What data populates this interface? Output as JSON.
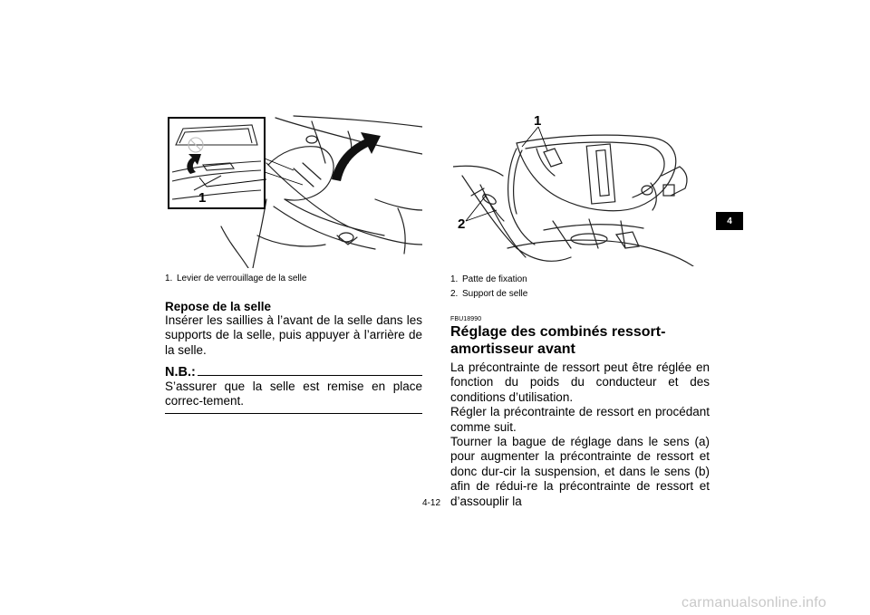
{
  "left": {
    "figure": {
      "callout": "1"
    },
    "caption": [
      {
        "num": "1.",
        "text": "Levier de verrouillage de la selle"
      }
    ],
    "section_title": "Repose de la selle",
    "paragraph": "Insérer les saillies à l’avant de la selle dans les supports de la selle, puis appuyer à l’arrière de la selle.",
    "note_label": "N.B.:",
    "note_text": "S’assurer que la selle est remise en place correc-tement."
  },
  "right": {
    "figure": {
      "callout_1": "1",
      "callout_2": "2"
    },
    "caption": [
      {
        "num": "1.",
        "text": "Patte de fixation"
      },
      {
        "num": "2.",
        "text": "Support de selle"
      }
    ],
    "code": "FBU18990",
    "heading_line1": "Réglage des combinés ressort-",
    "heading_line2": "amortisseur avant",
    "paragraphs": [
      "La précontrainte de ressort peut être réglée en fonction du poids du conducteur et des conditions d’utilisation.",
      "Régler la précontrainte de ressort en procédant comme suit.",
      "Tourner la bague de réglage dans le sens (a) pour augmenter la précontrainte de ressort et donc dur-cir la suspension, et dans le sens (b) afin de rédui-re la précontrainte de ressort et d’assouplir la"
    ]
  },
  "side_tab": "4",
  "page_number": "4-12",
  "watermark": "carmanualsonline.info"
}
